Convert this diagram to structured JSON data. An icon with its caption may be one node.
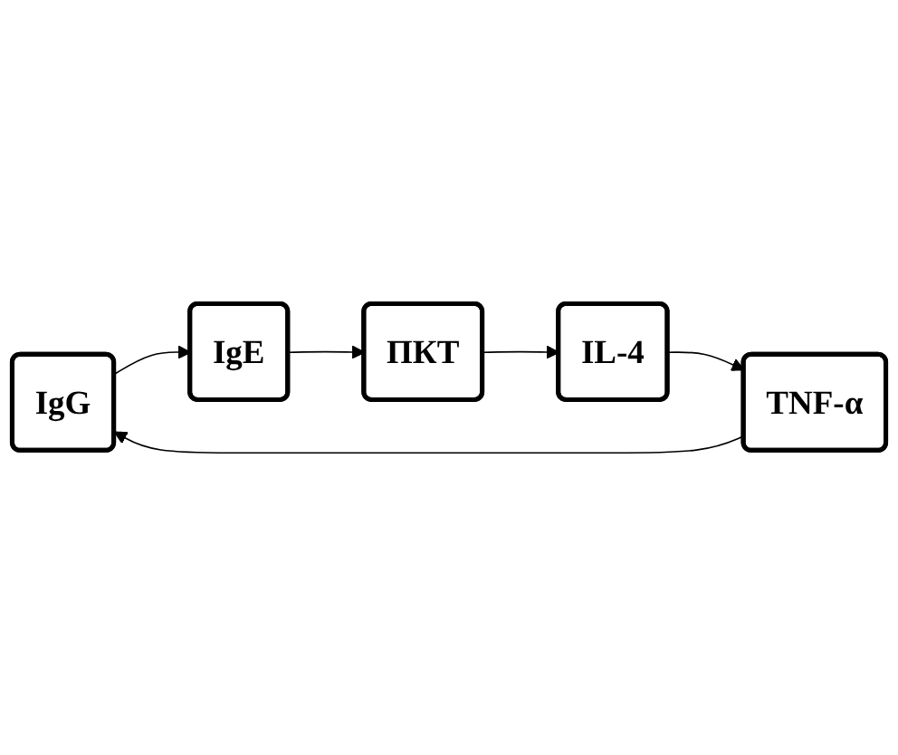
{
  "diagram": {
    "nodes": [
      {
        "text": [
          "IgG"
        ]
      },
      {
        "text": [
          "IgE"
        ]
      },
      {
        "text": [
          "ПКТ"
        ]
      },
      {
        "text": [
          "IL-4"
        ]
      },
      {
        "text": [
          "TNF-α"
        ]
      }
    ],
    "edges": [
      {
        "from": 0,
        "to": 1,
        "arrow": "to"
      },
      {
        "from": 1,
        "to": 2,
        "arrow": "to"
      },
      {
        "from": 2,
        "to": 3,
        "arrow": "to"
      },
      {
        "from": 3,
        "to": 4,
        "arrow": "to"
      },
      {
        "from": 4,
        "to": 0,
        "arrow": "to"
      }
    ]
  }
}
